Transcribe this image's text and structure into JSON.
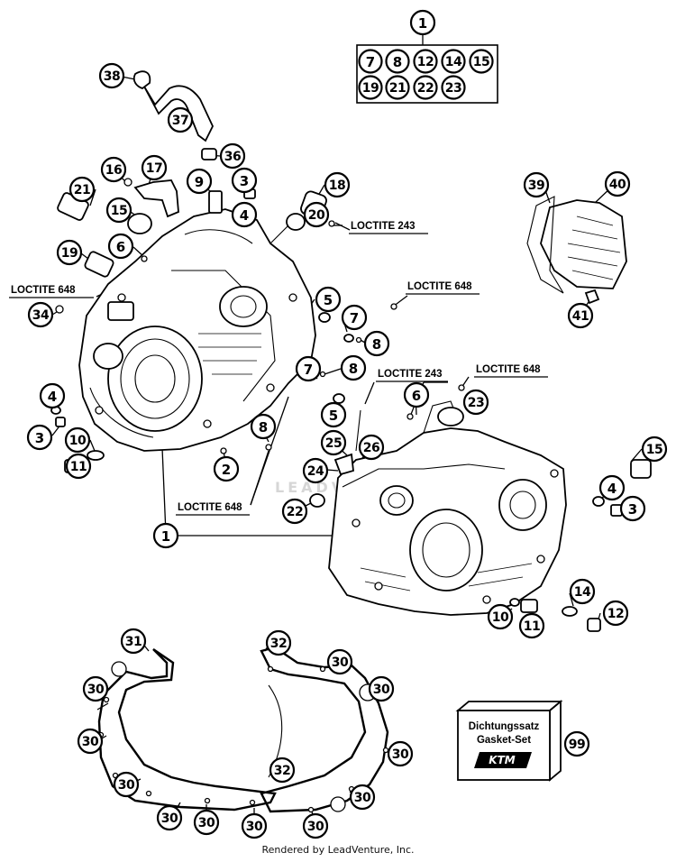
{
  "diagram": {
    "footer": "Rendered by LeadVenture, Inc.",
    "watermark": "LEADVEN",
    "box_label_lines": [
      "Dichtungssatz",
      "Gasket-Set"
    ],
    "box_brand": "KTM",
    "set_numbers": [
      "7",
      "8",
      "12",
      "14",
      "15",
      "19",
      "21",
      "22",
      "23"
    ],
    "callouts": [
      {
        "id": "c1-top",
        "n": "1"
      },
      {
        "id": "c38",
        "n": "38"
      },
      {
        "id": "c37",
        "n": "37"
      },
      {
        "id": "c36",
        "n": "36"
      },
      {
        "id": "c16",
        "n": "16"
      },
      {
        "id": "c17",
        "n": "17"
      },
      {
        "id": "c9",
        "n": "9"
      },
      {
        "id": "c3-a",
        "n": "3"
      },
      {
        "id": "c4-a",
        "n": "4"
      },
      {
        "id": "c18",
        "n": "18"
      },
      {
        "id": "c20",
        "n": "20"
      },
      {
        "id": "c21-a",
        "n": "21"
      },
      {
        "id": "c15-a",
        "n": "15"
      },
      {
        "id": "c19",
        "n": "19"
      },
      {
        "id": "c6-a",
        "n": "6"
      },
      {
        "id": "c34",
        "n": "34"
      },
      {
        "id": "c5-a",
        "n": "5"
      },
      {
        "id": "c7-a",
        "n": "7"
      },
      {
        "id": "c8-a",
        "n": "8"
      },
      {
        "id": "c7-b",
        "n": "7"
      },
      {
        "id": "c8-b",
        "n": "8"
      },
      {
        "id": "c4-b",
        "n": "4"
      },
      {
        "id": "c3-b",
        "n": "3"
      },
      {
        "id": "c10-a",
        "n": "10"
      },
      {
        "id": "c11-a",
        "n": "11"
      },
      {
        "id": "c2",
        "n": "2"
      },
      {
        "id": "c8-c",
        "n": "8"
      },
      {
        "id": "c5-b",
        "n": "5"
      },
      {
        "id": "c39",
        "n": "39"
      },
      {
        "id": "c40",
        "n": "40"
      },
      {
        "id": "c41",
        "n": "41"
      },
      {
        "id": "c6-b",
        "n": "6"
      },
      {
        "id": "c23",
        "n": "23"
      },
      {
        "id": "c25",
        "n": "25"
      },
      {
        "id": "c26",
        "n": "26"
      },
      {
        "id": "c24",
        "n": "24"
      },
      {
        "id": "c22",
        "n": "22"
      },
      {
        "id": "c1-mid",
        "n": "1"
      },
      {
        "id": "c15-b",
        "n": "15"
      },
      {
        "id": "c4-c",
        "n": "4"
      },
      {
        "id": "c3-c",
        "n": "3"
      },
      {
        "id": "c14",
        "n": "14"
      },
      {
        "id": "c12",
        "n": "12"
      },
      {
        "id": "c10-b",
        "n": "10"
      },
      {
        "id": "c11-b",
        "n": "11"
      },
      {
        "id": "c31",
        "n": "31"
      },
      {
        "id": "c32-a",
        "n": "32"
      },
      {
        "id": "c30-a",
        "n": "30"
      },
      {
        "id": "c30-b",
        "n": "30"
      },
      {
        "id": "c30-c",
        "n": "30"
      },
      {
        "id": "c30-d",
        "n": "30"
      },
      {
        "id": "c30-e",
        "n": "30"
      },
      {
        "id": "c30-f",
        "n": "30"
      },
      {
        "id": "c30-g",
        "n": "30"
      },
      {
        "id": "c30-h",
        "n": "30"
      },
      {
        "id": "c30-i",
        "n": "30"
      },
      {
        "id": "c30-j",
        "n": "30"
      },
      {
        "id": "c30-k",
        "n": "30"
      },
      {
        "id": "c32-b",
        "n": "32"
      },
      {
        "id": "c99",
        "n": "99"
      }
    ],
    "labels": [
      {
        "id": "l-243-a",
        "text": "LOCTITE 243"
      },
      {
        "id": "l-648-a",
        "text": "LOCTITE 648"
      },
      {
        "id": "l-648-b",
        "text": "LOCTITE 648"
      },
      {
        "id": "l-243-b",
        "text": "LOCTITE 243"
      },
      {
        "id": "l-648-c",
        "text": "LOCTITE 648"
      },
      {
        "id": "l-648-d",
        "text": "LOCTITE 648"
      }
    ]
  }
}
